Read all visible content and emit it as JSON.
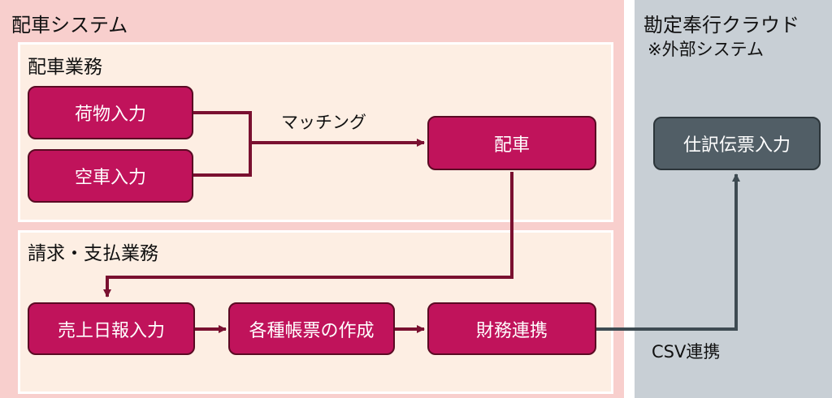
{
  "dispatch_system": {
    "title": "配車システム",
    "dispatch_section": {
      "title": "配車業務",
      "cargo_input": "荷物入力",
      "empty_truck_input": "空車入力",
      "matching_label": "マッチング",
      "dispatch": "配車"
    },
    "billing_section": {
      "title": "請求・支払業務",
      "daily_sales_input": "売上日報入力",
      "forms_creation": "各種帳票の作成",
      "finance_link": "財務連携"
    }
  },
  "external": {
    "title": "勘定奉行クラウド",
    "subtitle": "※外部システム",
    "journal_input": "仕訳伝票入力"
  },
  "csv_label": "CSV連携",
  "colors": {
    "system_bg": "#f8cfcd",
    "external_bg": "#c8cfd5",
    "section_bg": "#fdeee3",
    "box_fill": "#c0135b",
    "box_border": "#5a0a23",
    "external_box_fill": "#515e66",
    "arrow_internal": "#7a1030",
    "arrow_external": "#3e4b52"
  }
}
